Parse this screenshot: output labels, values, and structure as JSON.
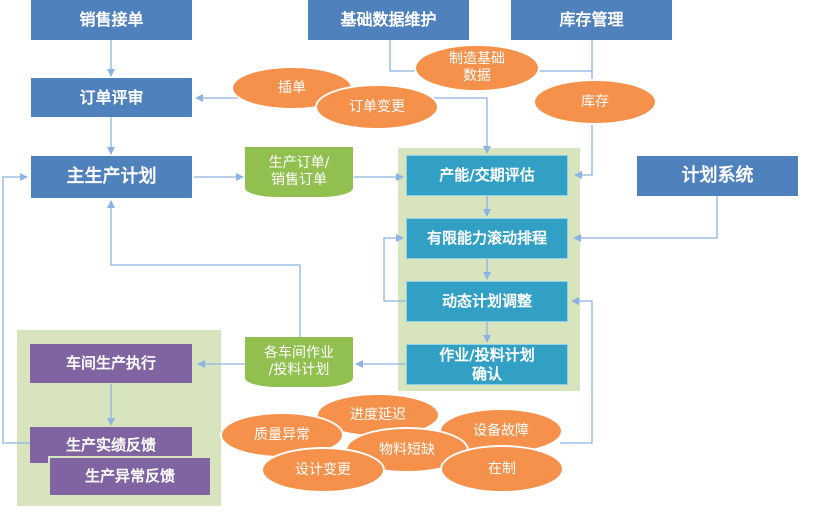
{
  "nodes": {
    "sales_order": "销售接单",
    "basic_data": "基础数据维护",
    "inventory_mgmt": "库存管理",
    "order_review": "订单评审",
    "mps": "主生产计划",
    "capacity_eval": "产能/交期评估",
    "finite_scheduling": "有限能力滚动排程",
    "dynamic_adjust": "动态计划调整",
    "job_material_confirm_line1": "作业/投料计划",
    "job_material_confirm_line2": "确认",
    "planning_system": "计划系统",
    "workshop_exec": "车间生产执行",
    "actual_feedback": "生产实绩反馈",
    "abnormal_feedback": "生产异常反馈"
  },
  "documents": {
    "prod_sales_order_line1": "生产订单/",
    "prod_sales_order_line2": "销售订单",
    "workshop_plan_line1": "各车间作业",
    "workshop_plan_line2": "/投料计划"
  },
  "bubbles": {
    "manufacturing_data_line1": "制造基础",
    "manufacturing_data_line2": "数据",
    "insert_order": "插单",
    "order_change": "订单变更",
    "inventory": "库存",
    "quality_abnormal": "质量异常",
    "schedule_delay": "进度延迟",
    "equipment_failure": "设备故障",
    "material_shortage": "物料短缺",
    "design_change": "设计变更",
    "wip": "在制"
  },
  "colors": {
    "blue": "#4f81bd",
    "teal": "#31a0c4",
    "purple": "#8064a2",
    "green_doc": "#92c050",
    "orange": "#f5914b",
    "panel": "#d7e4bd",
    "connector": "#8db3e2"
  }
}
